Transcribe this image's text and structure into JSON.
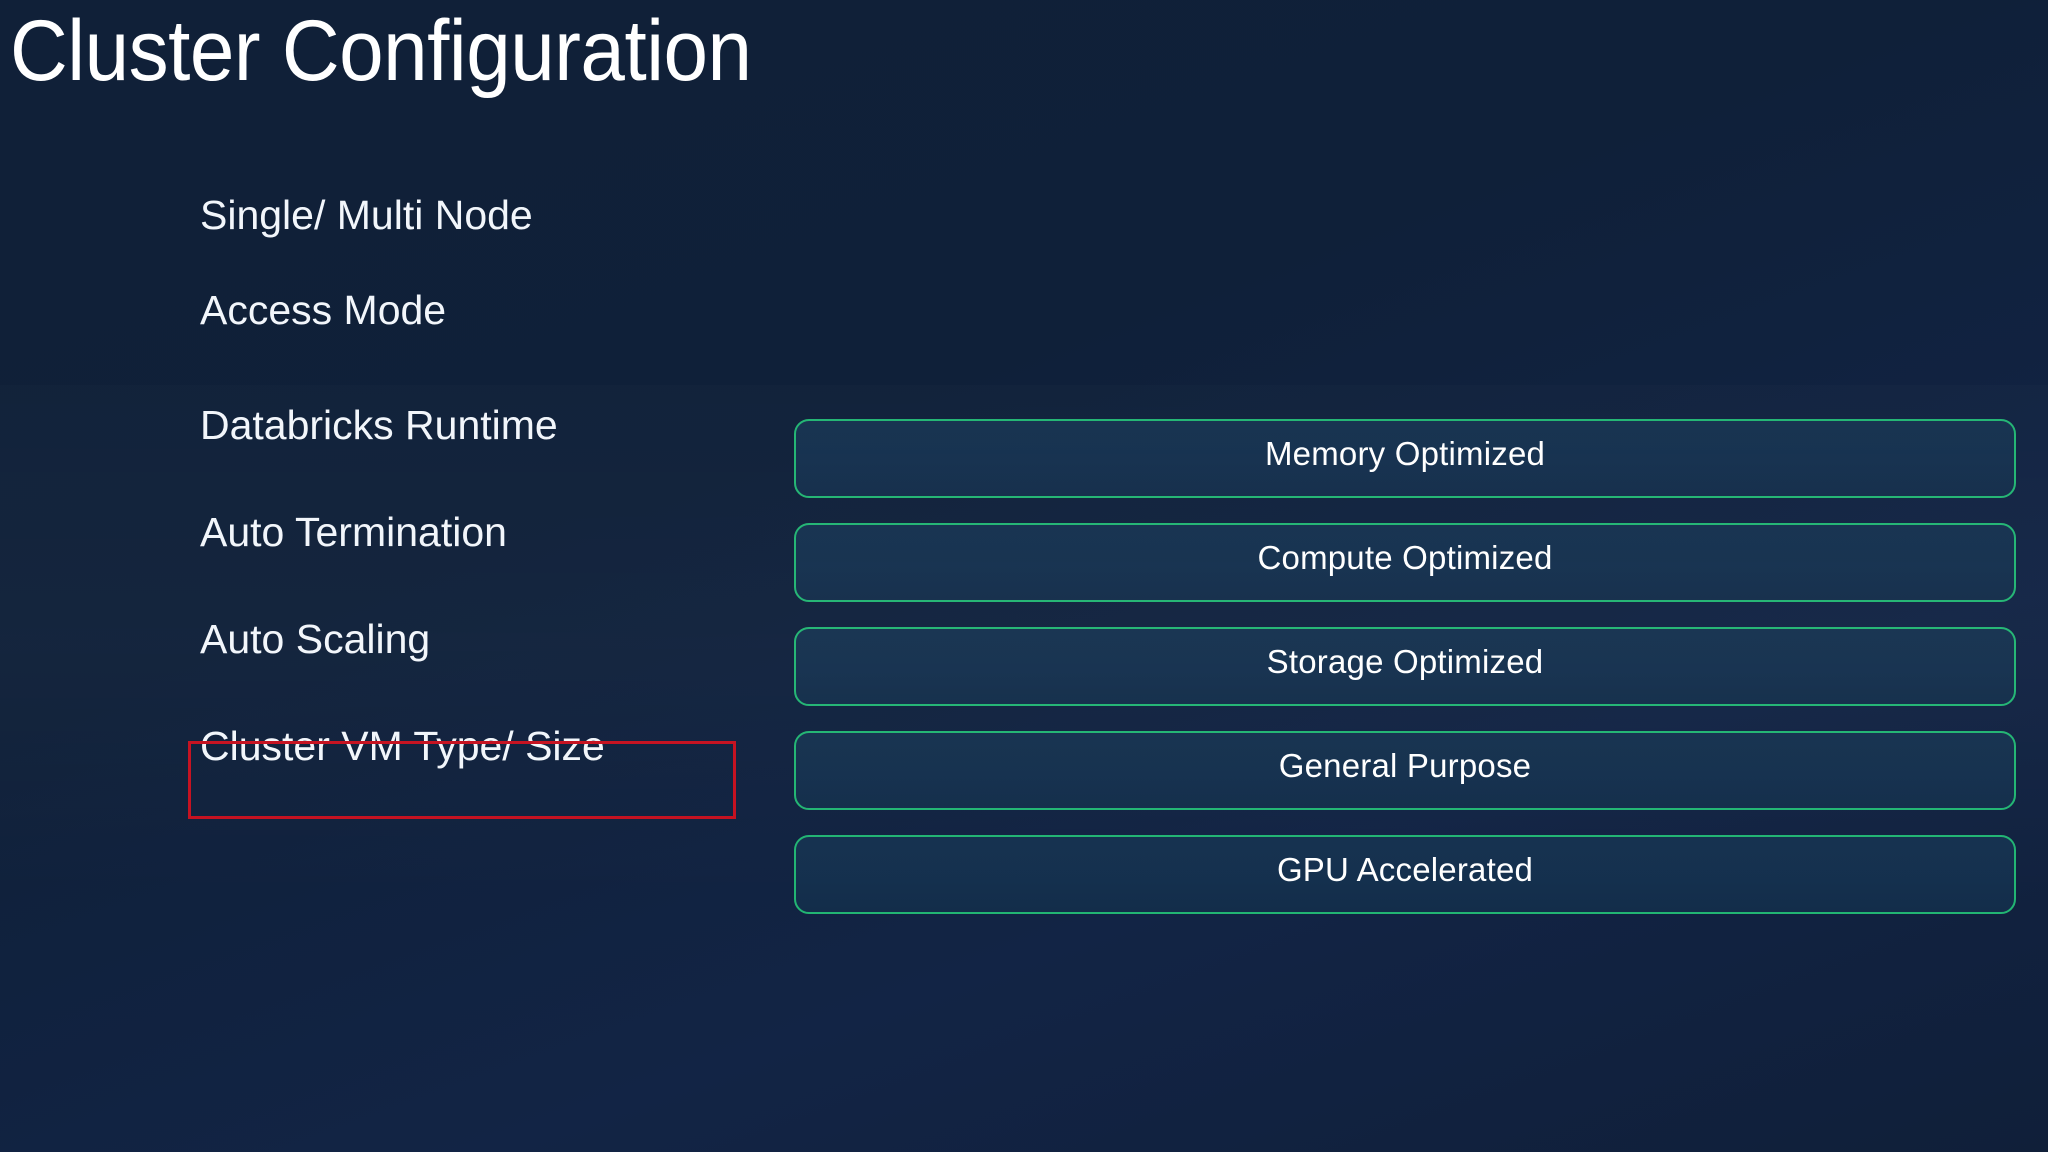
{
  "slide": {
    "title": "Cluster Configuration",
    "background_color": "#0f2039",
    "accent_green": "#22b573",
    "highlight_red": "#c5101f",
    "button_fill": "#14304e",
    "text_color": "#ffffff"
  },
  "config_options": {
    "items": [
      {
        "label": "Single/ Multi Node",
        "highlighted": false
      },
      {
        "label": "Access Mode",
        "highlighted": false
      },
      {
        "label": "Databricks Runtime",
        "highlighted": false
      },
      {
        "label": "Auto Termination",
        "highlighted": false
      },
      {
        "label": "Auto Scaling",
        "highlighted": false
      },
      {
        "label": "Cluster VM Type/ Size",
        "highlighted": true
      }
    ]
  },
  "vm_types": {
    "items": [
      {
        "label": "Memory Optimized"
      },
      {
        "label": "Compute Optimized"
      },
      {
        "label": "Storage Optimized"
      },
      {
        "label": "General Purpose"
      },
      {
        "label": "GPU Accelerated"
      }
    ]
  }
}
